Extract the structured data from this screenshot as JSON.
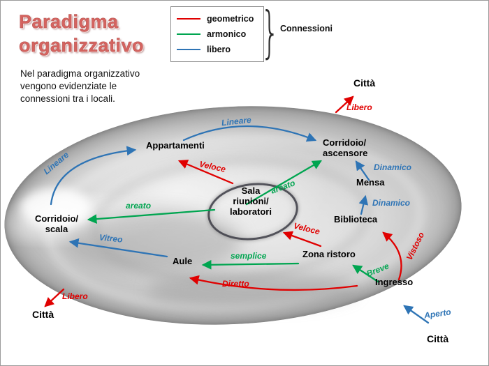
{
  "title": {
    "text": "Paradigma\norganizzativo"
  },
  "description": "Nel paradigma organizzativo\nvengono evidenziate  le\nconnessioni tra i locali.",
  "legend": {
    "brace_label": "Connessioni",
    "items": [
      {
        "label": "geometrico",
        "color": "#e00000"
      },
      {
        "label": "armonico",
        "color": "#00a550"
      },
      {
        "label": "libero",
        "color": "#2e74b5"
      }
    ]
  },
  "nodes": [
    {
      "id": "citta-top-right",
      "label": "Città"
    },
    {
      "id": "appartamenti",
      "label": "Appartamenti"
    },
    {
      "id": "corridoio-ascensore",
      "label": "Corridoio/\nascensore"
    },
    {
      "id": "mensa",
      "label": "Mensa"
    },
    {
      "id": "sala-riunioni",
      "label": "Sala\nriunioni/\nlaboratori"
    },
    {
      "id": "biblioteca",
      "label": "Biblioteca"
    },
    {
      "id": "corridoio-scala",
      "label": "Corridoio/\nscala"
    },
    {
      "id": "aule",
      "label": "Aule"
    },
    {
      "id": "zona-ristoro",
      "label": "Zona ristoro"
    },
    {
      "id": "ingresso",
      "label": "Ingresso"
    },
    {
      "id": "citta-bottom-left",
      "label": "Città"
    },
    {
      "id": "citta-bottom-right",
      "label": "Città"
    }
  ],
  "connections": [
    {
      "label": "Lineare",
      "type": "libero",
      "from": "Appartamenti",
      "to": "Corridoio/ascensore"
    },
    {
      "label": "Lineare",
      "type": "libero",
      "from": "Corridoio/scala",
      "to": "Appartamenti"
    },
    {
      "label": "Veloce",
      "type": "geometrico",
      "from": "Sala riunioni/laboratori",
      "to": "Appartamenti"
    },
    {
      "label": "areato",
      "type": "armonico",
      "from": "Sala riunioni/laboratori",
      "to": "Corridoio/ascensore"
    },
    {
      "label": "Dinamico",
      "type": "libero",
      "from": "Mensa",
      "to": "Corridoio/ascensore"
    },
    {
      "label": "Dinamico",
      "type": "libero",
      "from": "Biblioteca",
      "to": "Mensa"
    },
    {
      "label": "Veloce",
      "type": "geometrico",
      "from": "Zona ristoro",
      "to": "Sala riunioni/laboratori"
    },
    {
      "label": "areato",
      "type": "armonico",
      "from": "Sala riunioni/laboratori",
      "to": "Corridoio/scala"
    },
    {
      "label": "Vitreo",
      "type": "libero",
      "from": "Aule",
      "to": "Corridoio/scala"
    },
    {
      "label": "semplice",
      "type": "armonico",
      "from": "Zona ristoro",
      "to": "Aule"
    },
    {
      "label": "Diretto",
      "type": "geometrico",
      "from": "Ingresso",
      "to": "Aule"
    },
    {
      "label": "Breve",
      "type": "armonico",
      "from": "Ingresso",
      "to": "Zona ristoro"
    },
    {
      "label": "Vistoso",
      "type": "geometrico",
      "from": "Ingresso",
      "to": "Biblioteca"
    },
    {
      "label": "Libero",
      "type": "geometrico",
      "from": "Corridoio/ascensore",
      "to": "Città"
    },
    {
      "label": "Libero",
      "type": "geometrico",
      "from": "Corridoio/scala",
      "to": "Città"
    },
    {
      "label": "Aperto",
      "type": "libero",
      "from": "Città",
      "to": "Ingresso"
    }
  ]
}
